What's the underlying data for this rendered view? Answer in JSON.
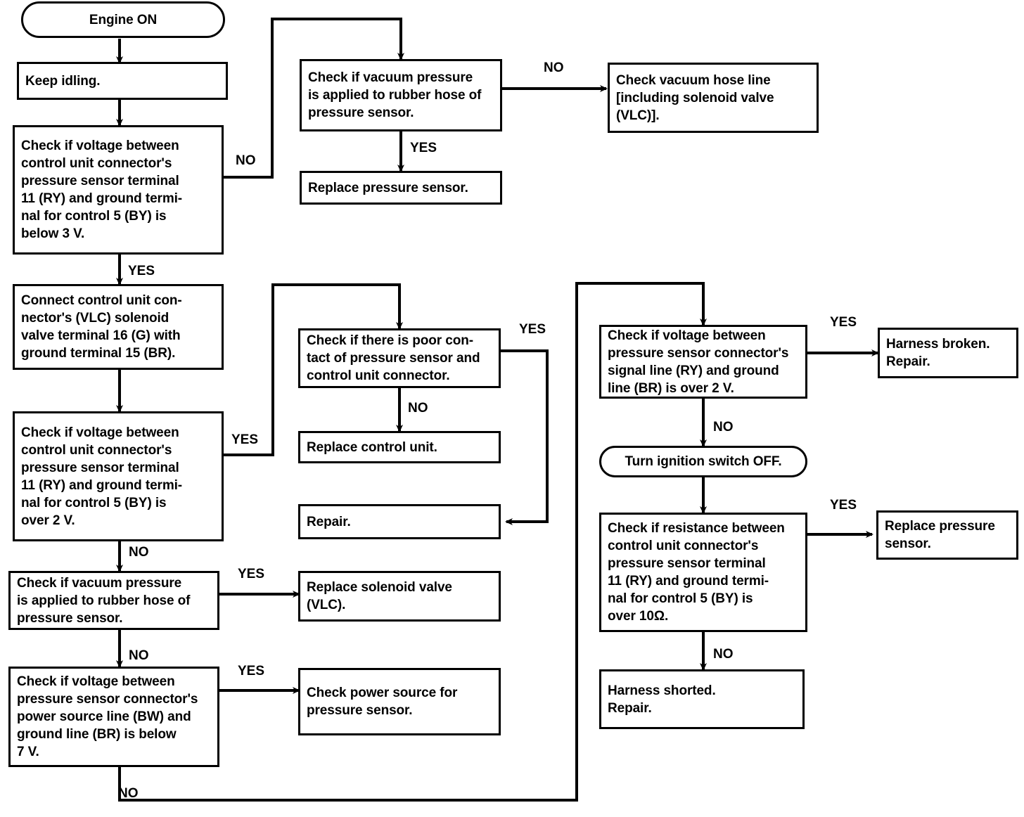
{
  "diagram": {
    "title": "Pressure sensor / solenoid valve (VLC) troubleshooting flowchart",
    "line_color": "#000000",
    "box_fill": "#ffffff",
    "nodes": [
      {
        "id": "engine_on",
        "shape": "terminator",
        "text": "Engine ON"
      },
      {
        "id": "keep_idling",
        "shape": "process",
        "text": "Keep idling."
      },
      {
        "id": "chk_volt_below3",
        "shape": "process",
        "text": "Check if voltage between\ncontrol unit connector's\npressure sensor terminal\n11 (RY) and ground termi-\nnal for control 5 (BY) is\nbelow 3 V."
      },
      {
        "id": "chk_vac_top",
        "shape": "process",
        "text": "Check if vacuum pressure\nis applied to rubber hose of\npressure sensor."
      },
      {
        "id": "chk_hose_line",
        "shape": "process",
        "text": "Check vacuum hose line\n[including solenoid valve\n(VLC)]."
      },
      {
        "id": "replace_ps_top",
        "shape": "process",
        "text": "Replace pressure sensor."
      },
      {
        "id": "connect_cu",
        "shape": "process",
        "text": "Connect control unit con-\nnector's (VLC) solenoid\nvalve terminal 16 (G) with\nground terminal 15 (BR)."
      },
      {
        "id": "chk_volt_over2",
        "shape": "process",
        "text": "Check if voltage between\ncontrol unit connector's\npressure sensor terminal\n11 (RY) and ground termi-\nnal for control 5 (BY) is\nover 2 V."
      },
      {
        "id": "chk_poor_contact",
        "shape": "process",
        "text": "Check if there is poor con-\ntact of pressure sensor and\ncontrol unit connector."
      },
      {
        "id": "replace_cu",
        "shape": "process",
        "text": "Replace control unit."
      },
      {
        "id": "repair",
        "shape": "process",
        "text": "Repair."
      },
      {
        "id": "chk_vac_mid",
        "shape": "process",
        "text": "Check if vacuum pressure\nis applied to rubber hose of\npressure sensor."
      },
      {
        "id": "replace_sol",
        "shape": "process",
        "text": "Replace solenoid valve\n(VLC)."
      },
      {
        "id": "chk_volt_below7",
        "shape": "process",
        "text": "Check if voltage between\npressure sensor connector's\npower source line (BW) and\nground line (BR) is below\n7 V."
      },
      {
        "id": "chk_power_src",
        "shape": "process",
        "text": "Check power source for\npressure sensor."
      },
      {
        "id": "chk_sig_over2",
        "shape": "process",
        "text": "Check if voltage between\npressure sensor connector's\nsignal line (RY) and ground\nline (BR) is over 2 V."
      },
      {
        "id": "harness_broken",
        "shape": "process",
        "text": "Harness broken.\nRepair."
      },
      {
        "id": "turn_ign_off",
        "shape": "terminator",
        "text": "Turn ignition switch OFF."
      },
      {
        "id": "chk_res_over10",
        "shape": "process",
        "text": "Check if resistance between\ncontrol unit connector's\npressure sensor terminal\n11 (RY) and ground termi-\nnal for control 5 (BY) is\nover 10Ω."
      },
      {
        "id": "replace_ps_right",
        "shape": "process",
        "text": "Replace pressure sensor."
      },
      {
        "id": "harness_shorted",
        "shape": "process",
        "text": "Harness shorted.\nRepair."
      }
    ],
    "edge_labels": [
      {
        "id": "lbl_no_1",
        "text": "NO",
        "from": "chk_volt_below3",
        "to": "chk_vac_top"
      },
      {
        "id": "lbl_yes_1",
        "text": "YES",
        "from": "chk_volt_below3",
        "to": "connect_cu"
      },
      {
        "id": "lbl_no_2",
        "text": "NO",
        "from": "chk_vac_top",
        "to": "chk_hose_line"
      },
      {
        "id": "lbl_yes_2",
        "text": "YES",
        "from": "chk_vac_top",
        "to": "replace_ps_top"
      },
      {
        "id": "lbl_yes_3",
        "text": "YES",
        "from": "chk_volt_over2",
        "to": "chk_poor_contact"
      },
      {
        "id": "lbl_no_3",
        "text": "NO",
        "from": "chk_volt_over2",
        "to": "chk_vac_mid"
      },
      {
        "id": "lbl_yes_4",
        "text": "YES",
        "from": "chk_poor_contact",
        "to": "repair"
      },
      {
        "id": "lbl_no_4",
        "text": "NO",
        "from": "chk_poor_contact",
        "to": "replace_cu"
      },
      {
        "id": "lbl_yes_5",
        "text": "YES",
        "from": "chk_vac_mid",
        "to": "replace_sol"
      },
      {
        "id": "lbl_no_5",
        "text": "NO",
        "from": "chk_vac_mid",
        "to": "chk_volt_below7"
      },
      {
        "id": "lbl_yes_6",
        "text": "YES",
        "from": "chk_volt_below7",
        "to": "chk_power_src"
      },
      {
        "id": "lbl_no_6",
        "text": "NO",
        "from": "chk_volt_below7",
        "to": "chk_sig_over2"
      },
      {
        "id": "lbl_yes_7",
        "text": "YES",
        "from": "chk_sig_over2",
        "to": "harness_broken"
      },
      {
        "id": "lbl_no_7",
        "text": "NO",
        "from": "chk_sig_over2",
        "to": "turn_ign_off"
      },
      {
        "id": "lbl_yes_8",
        "text": "YES",
        "from": "chk_res_over10",
        "to": "replace_ps_right"
      },
      {
        "id": "lbl_no_8",
        "text": "NO",
        "from": "chk_res_over10",
        "to": "harness_shorted"
      }
    ]
  }
}
